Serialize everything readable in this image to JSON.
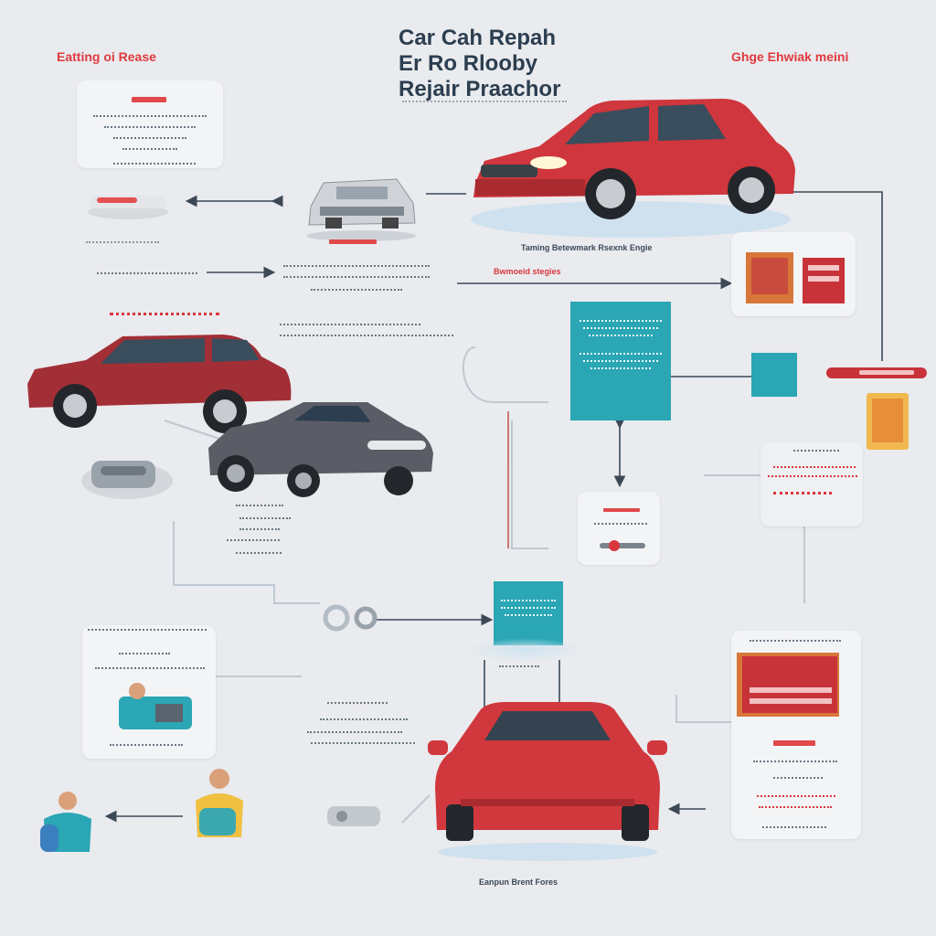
{
  "title": {
    "line1": "Car Cah Repah",
    "line2": "Er Ro Rloobу",
    "line3": "Rejair Praachor"
  },
  "corner_left": "Eatting oi Rease",
  "corner_right": "Ghge Ehwiak meini",
  "mid_caption": "Taming Betewmark Rsexnk Engie",
  "red_caption": "Bwmoeid stegies",
  "bottom_caption": "Eanpun Brent Fores",
  "colors": {
    "accent_red": "#e03a3e",
    "teal": "#2aa6b4",
    "car_red": "#d0383e",
    "background": "#e9ebee"
  },
  "icons": [
    "red-car-icon",
    "maroon-car-icon",
    "grey-sports-car-icon",
    "silver-car-front-icon",
    "repair-tool-icon",
    "toolbox-icon",
    "mechanic-person-icon",
    "wire-connector-icon"
  ]
}
